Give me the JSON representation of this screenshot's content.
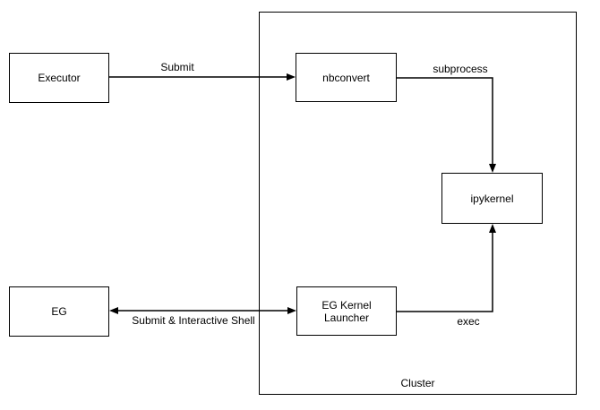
{
  "diagram": {
    "container": {
      "label": "Cluster"
    },
    "nodes": {
      "executor": {
        "label": "Executor"
      },
      "nbconvert": {
        "label": "nbconvert"
      },
      "ipykernel": {
        "label": "ipykernel"
      },
      "eg": {
        "label": "EG"
      },
      "eg_kernel_launcher": {
        "label": "EG Kernel Launcher"
      }
    },
    "edges": {
      "submit": {
        "label": "Submit",
        "from": "Executor",
        "to": "nbconvert",
        "direction": "one-way"
      },
      "subprocess": {
        "label": "subprocess",
        "from": "nbconvert",
        "to": "ipykernel",
        "direction": "one-way"
      },
      "submit_interactive_shell": {
        "label": "Submit & Interactive Shell",
        "from": "EG",
        "to": "EG Kernel Launcher",
        "direction": "two-way"
      },
      "exec": {
        "label": "exec",
        "from": "EG Kernel Launcher",
        "to": "ipykernel",
        "direction": "one-way"
      }
    },
    "colors": {
      "stroke": "#000000",
      "text": "#000000",
      "node_fill": "#ffffff",
      "background": "#ffffff"
    }
  }
}
